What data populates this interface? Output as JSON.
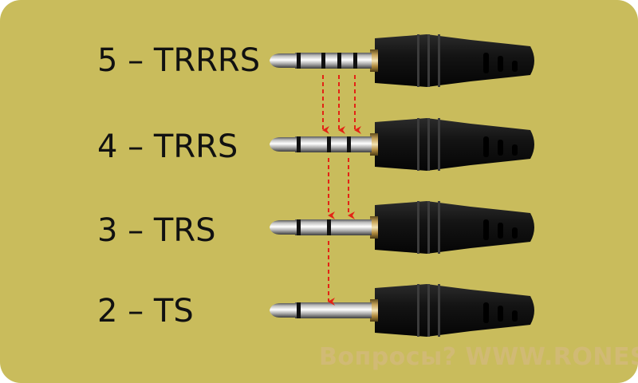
{
  "background_color": "#c9bc5c",
  "arrow_color": "#e32315",
  "plugs": [
    {
      "label": "5 – TRRRS",
      "rings": 3
    },
    {
      "label": "4 – TRRS",
      "rings": 2
    },
    {
      "label": "3 – TRS",
      "rings": 1
    },
    {
      "label": "2 – TS",
      "rings": 0
    }
  ],
  "watermark": "Вопросы? WWW.RONES.SU"
}
